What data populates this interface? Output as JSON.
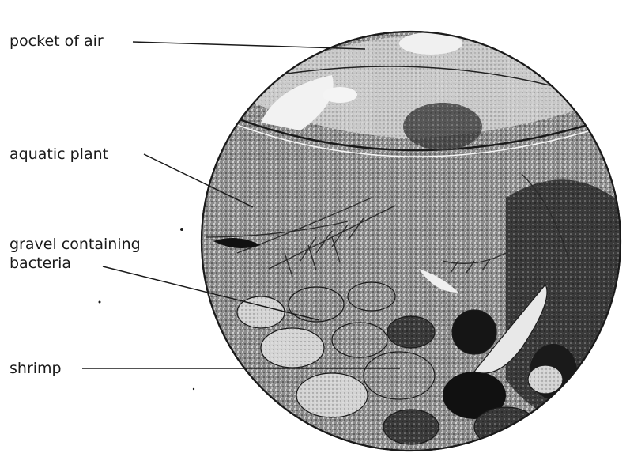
{
  "labels": {
    "air": "pocket of air",
    "plant": "aquatic plant",
    "gravel_line1": "gravel containing",
    "gravel_line2": "bacteria",
    "shrimp": "shrimp"
  },
  "colors": {
    "ink": "#1a1a1a",
    "water_light": "#9a9a9a",
    "water_dark": "#4a4a4a",
    "shadow": "#111111"
  }
}
